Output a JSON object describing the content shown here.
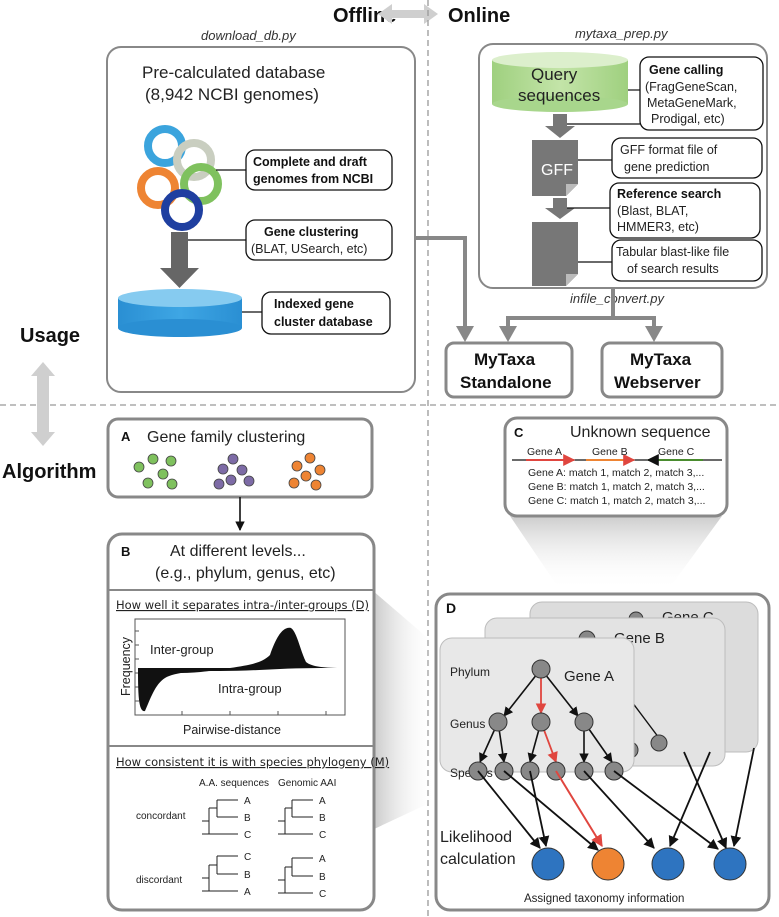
{
  "header": {
    "offline": "Offline",
    "online": "Online"
  },
  "side": {
    "usage": "Usage",
    "algorithm": "Algorithm"
  },
  "offline_panel": {
    "script": "download_db.py",
    "title_line1": "Pre-calculated database",
    "title_line2": "(8,942 NCBI genomes)",
    "box1_line1": "Complete and draft",
    "box1_line2": "genomes from NCBI",
    "box2_title": "Gene clustering",
    "box2_sub": "(BLAT, USearch, etc)",
    "box3_line1": "Indexed gene",
    "box3_line2": "cluster database"
  },
  "online_panel": {
    "script": "mytaxa_prep.py",
    "query_line1": "Query",
    "query_line2": "sequences",
    "gene_calling_title": "Gene calling",
    "gene_calling_l1": "(FragGeneScan,",
    "gene_calling_l2": "MetaGeneMark,",
    "gene_calling_l3": "Prodigal, etc)",
    "gff_label": "GFF",
    "gff_note_l1": "GFF format file of",
    "gff_note_l2": "gene prediction",
    "ref_title": "Reference search",
    "ref_l1": "(Blast, BLAT,",
    "ref_l2": "HMMER3, etc)",
    "tab_l1": "Tabular blast-like file",
    "tab_l2": "of search results",
    "convert_script": "infile_convert.py"
  },
  "outputs": {
    "standalone_l1": "MyTaxa",
    "standalone_l2": "Standalone",
    "webserver_l1": "MyTaxa",
    "webserver_l2": "Webserver"
  },
  "panel_a": {
    "letter": "A",
    "title": "Gene family clustering"
  },
  "panel_b": {
    "letter": "B",
    "title_l1": "At different levels...",
    "title_l2": "(e.g., phylum, genus, etc)",
    "sec1_title": "How well it separates intra-/inter-groups (D)",
    "inter": "Inter-group",
    "intra": "Intra-group",
    "ylabel": "Frequency",
    "xlabel": "Pairwise-distance",
    "sec2_title": "How consistent it is with species phylogeny (M)",
    "col1": "A.A. sequences",
    "col2": "Genomic AAI",
    "concordant": "concordant",
    "discordant": "discordant",
    "tips_concordant_left": [
      "A",
      "B",
      "C"
    ],
    "tips_concordant_right": [
      "A",
      "B",
      "C"
    ],
    "tips_discordant_left": [
      "C",
      "B",
      "A"
    ],
    "tips_discordant_right": [
      "A",
      "B",
      "C"
    ]
  },
  "panel_c": {
    "letter": "C",
    "title": "Unknown sequence",
    "gene_a": "Gene A",
    "gene_b": "Gene B",
    "gene_c": "Gene C",
    "match_a": "Gene A: match 1, match 2, match 3,...",
    "match_b": "Gene B: match 1, match 2, match 3,...",
    "match_c": "Gene C: match 1, match 2, match 3,..."
  },
  "panel_d": {
    "letter": "D",
    "card_c": "Gene C",
    "card_b": "Gene B",
    "card_a": "Gene A",
    "phylum": "Phylum",
    "genus": "Genus",
    "species": "Species",
    "likelihood_l1": "Likelihood",
    "likelihood_l2": "calculation",
    "assigned": "Assigned taxonomy information"
  },
  "colors": {
    "green": "#7fc15e",
    "purple": "#7d6ba6",
    "orange": "#ee8433",
    "blue": "#2e74c0",
    "red": "#e0463f",
    "gray_doc": "#7a7a7a",
    "gray_node": "#888888"
  }
}
